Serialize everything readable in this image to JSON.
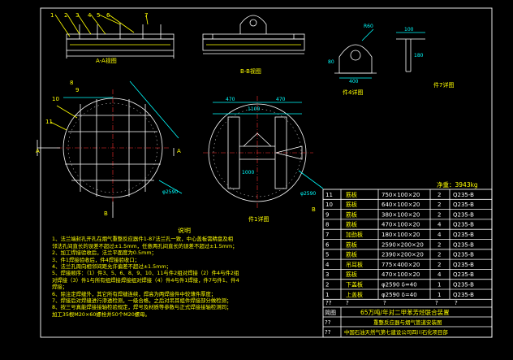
{
  "views": {
    "view_aa": "A-A视图",
    "view_bb": "B-B视图",
    "view_part1": "件1详图",
    "view_part4": "件4详图",
    "view_part7": "件7详图"
  },
  "callouts": [
    "1",
    "2",
    "3",
    "4",
    "5",
    "6",
    "7",
    "8",
    "9",
    "10",
    "11"
  ],
  "section_marks": [
    "A",
    "A",
    "B",
    "B"
  ],
  "net_weight": "净重：3943kg",
  "notes": {
    "title": "说明",
    "lines": [
      "1、法兰端封孔开孔在烟气重整反应器件1-87法兰孔一致，中心盖板需精盘及相",
      "    邻法孔间直长的误差不超过±1.5mm，任意两孔间直长的误差不超过±1.5mm；",
      "2、加工焊接验收后，法兰平面度为0.5mm；",
      "3、件1焊接验收后，件4焊接验收口；",
      "4、法兰孔周向相邻间距允许偏差不超过±1.5mm；",
      "5、焊接顺序：（1）件3、5、6、8、9、10、11与件2组对焊接（2）件4与件2组",
      "    对焊接（3）件1与所有组焊接焊接组对焊接（4）件4与件1焊接，件7与件1、件4",
      "    焊接；",
      "6、除注定焊缝外，其它所有焊缝连续，焊高为两焊接件中较薄件厚度；",
      "7、焊接后对焊缝进行渗透检测，一级合格，之后对吊耳组件焊接部分做检测；",
      "8、按三号真能焊接接轴检验规定，焊号及材质等参数与正式焊接接轴检测同；",
      "    加工35根M20×60螺栓并50个M20螺母。"
    ]
  },
  "bom": {
    "rows": [
      {
        "no": "11",
        "name": "筋板",
        "spec": "750×100×20",
        "qty": "2",
        "mat": "Q235-B"
      },
      {
        "no": "10",
        "name": "筋板",
        "spec": "640×100×20",
        "qty": "2",
        "mat": "Q235-B"
      },
      {
        "no": "9",
        "name": "筋板",
        "spec": "380×100×20",
        "qty": "2",
        "mat": "Q235-B"
      },
      {
        "no": "8",
        "name": "筋板",
        "spec": "470×100×20",
        "qty": "4",
        "mat": "Q235-B"
      },
      {
        "no": "7",
        "name": "加劲板",
        "spec": "180×100×20",
        "qty": "4",
        "mat": "Q235-B"
      },
      {
        "no": "6",
        "name": "筋板",
        "spec": "2590×200×20",
        "qty": "2",
        "mat": "Q235-B"
      },
      {
        "no": "5",
        "name": "筋板",
        "spec": "2390×200×20",
        "qty": "2",
        "mat": "Q235-B"
      },
      {
        "no": "4",
        "name": "吊耳板",
        "spec": "775×400×20",
        "qty": "2",
        "mat": "Q235-B"
      },
      {
        "no": "3",
        "name": "筋板",
        "spec": "470×100×20",
        "qty": "4",
        "mat": "Q235-B"
      },
      {
        "no": "2",
        "name": "下盖板",
        "spec": "φ2590 δ=40",
        "qty": "1",
        "mat": "Q235-B"
      },
      {
        "no": "1",
        "name": "上盖板",
        "spec": "φ2590 δ=40",
        "qty": "1",
        "mat": "Q235-B"
      }
    ],
    "placeholder_row": [
      "??",
      "?",
      "?",
      "?",
      "?"
    ]
  },
  "title_block": {
    "label1": "简图",
    "project": "65万吨/年对二甲苯芳烃联合装置",
    "label2": "??",
    "subtitle": "重整反应器与烟气管道安装图",
    "label3": "??",
    "company": "中国石油天然气第七建设公司四川石化项目部"
  }
}
